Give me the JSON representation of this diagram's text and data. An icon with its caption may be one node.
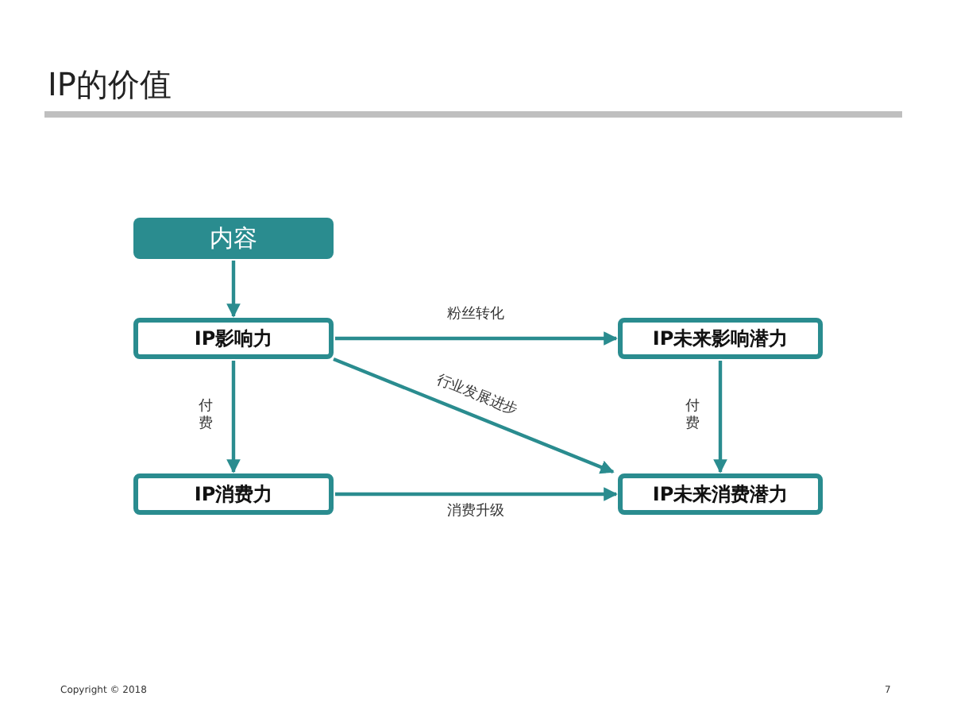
{
  "diagram": {
    "title": "IP的价值",
    "nodes": [
      {
        "text": [
          "内容"
        ]
      },
      {
        "text": [
          "IP影响力"
        ]
      },
      {
        "text": [
          "IP未来影响潜力"
        ]
      },
      {
        "text": [
          "IP消费力"
        ]
      },
      {
        "text": [
          "IP未来消费潜力"
        ]
      }
    ],
    "edges": [
      {
        "from": 0,
        "to": 1,
        "arrow": "to"
      },
      {
        "from": 1,
        "to": 2,
        "arrow": "to",
        "label": "粉丝转化"
      },
      {
        "from": 1,
        "to": 3,
        "arrow": "to",
        "label": "付费"
      },
      {
        "from": 2,
        "to": 4,
        "arrow": "to",
        "label": "付费"
      },
      {
        "from": 1,
        "to": 4,
        "arrow": "to",
        "label": "行业发展进步"
      },
      {
        "from": 3,
        "to": 4,
        "arrow": "to",
        "label": "消费升级"
      }
    ],
    "labels": [
      "Copyright © 2018",
      "7"
    ]
  }
}
